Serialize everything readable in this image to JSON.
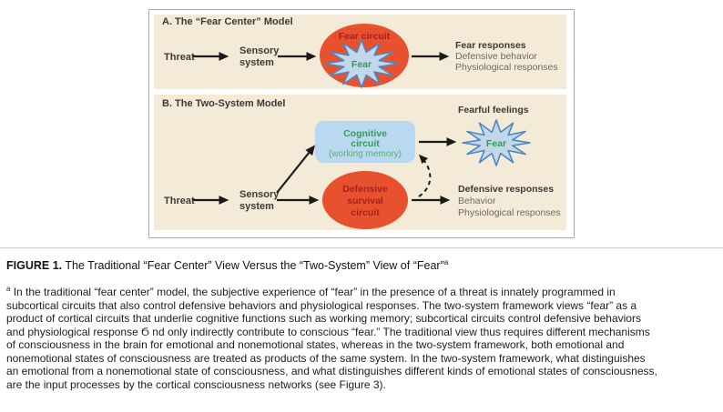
{
  "figure": {
    "panel_a": {
      "label": "A. The “Fear Center” Model",
      "threat": "Threat",
      "sensory_lines": [
        "Sensory",
        "system"
      ],
      "circuit_label": "Fear circuit",
      "star_label": "Fear",
      "responses": {
        "title": "Fear responses",
        "items": [
          "Defensive behavior",
          "Physiological responses"
        ]
      }
    },
    "panel_b": {
      "label": "B. The Two-System Model",
      "threat": "Threat",
      "sensory_lines": [
        "Sensory",
        "system"
      ],
      "cognitive_lines": [
        "Cognitive",
        "circuit"
      ],
      "cognitive_sub": "(working memory)",
      "defensive_lines": [
        "Defensive",
        "survival",
        "circuit"
      ],
      "fearful_feelings": "Fearful feelings",
      "star_label": "Fear",
      "responses": {
        "title": "Defensive responses",
        "items": [
          "Behavior",
          "Physiological responses"
        ]
      }
    },
    "colors": {
      "panel_bg": "#f3ead8",
      "circuit_orange": "#e8512d",
      "circuit_text_red": "#a6211f",
      "star_fill": "#c2d7ea",
      "star_stroke": "#4e87c0",
      "cognitive_box_blue": "#bad8f0",
      "green_bold": "#2f9e53",
      "green_light": "#58b176"
    }
  },
  "caption": {
    "label": "FIGURE 1.",
    "title": " The Traditional “Fear Center” View Versus the “Two-System” View of “Fear”",
    "footnote_marker": "a"
  },
  "footnote": {
    "marker": "a",
    "lines": [
      "In the traditional “fear center” model, the subjective experience of “fear” in the presence of a threat is innately programmed in",
      "subcortical circuits that also control defensive behaviors and physiological responses. The two-system framework views “fear” as a",
      "product of cortical circuits that underlie cognitive functions such as working memory; subcortical circuits control defensive behaviors",
      "and physiological response Ϭ nd only indirectly contribute to conscious “fear.” The traditional view thus requires different mechanisms",
      "of consciousness in the brain for emotional and nonemotional states, whereas in the two-system framework, both emotional and",
      "nonemotional states of consciousness are treated as products of the same system. In the two-system framework, what distinguishes",
      "an emotional from a nonemotional state of consciousness, and what distinguishes different kinds of emotional states of consciousness,",
      "are the input processes by the cortical consciousness networks (see Figure 3)."
    ]
  }
}
